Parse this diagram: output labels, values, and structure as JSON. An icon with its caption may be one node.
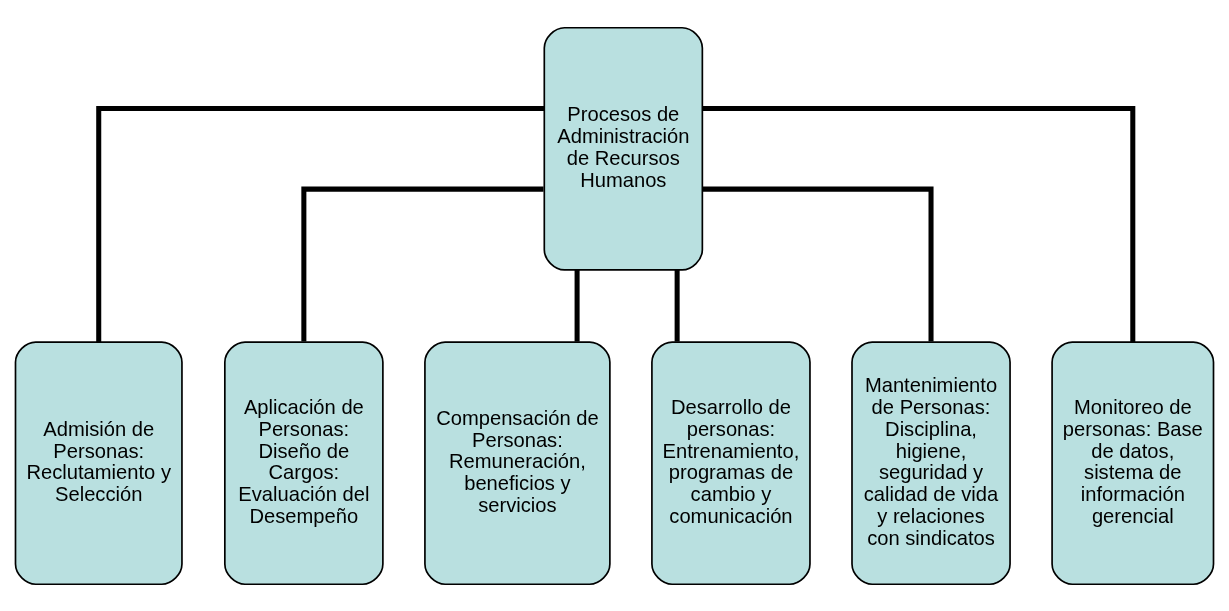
{
  "diagram": {
    "nodes": [
      {
        "text": [
          "Procesos de Administración de Recursos Humanos"
        ]
      },
      {
        "text": [
          "Admisión de Personas: Reclutamiento y Selección"
        ]
      },
      {
        "text": [
          "Aplicación de Personas: Diseño de Cargos: Evaluación del Desempeño"
        ]
      },
      {
        "text": [
          "Compensación de Personas: Remuneración, beneficios y servicios"
        ]
      },
      {
        "text": [
          "Desarrollo de personas: Entrenamiento, programas de cambio y comunicación"
        ]
      },
      {
        "text": [
          "Mantenimiento de Personas: Disciplina, higiene, seguridad y calidad de vida y relaciones con sindicatos"
        ]
      },
      {
        "text": [
          "Monitoreo de personas: Base de datos, sistema de información gerencial"
        ]
      }
    ],
    "edges": [
      {
        "from": 0,
        "to": 1,
        "arrow": "none"
      },
      {
        "from": 0,
        "to": 2,
        "arrow": "none"
      },
      {
        "from": 0,
        "to": 3,
        "arrow": "none"
      },
      {
        "from": 0,
        "to": 4,
        "arrow": "none"
      },
      {
        "from": 0,
        "to": 5,
        "arrow": "none"
      },
      {
        "from": 0,
        "to": 6,
        "arrow": "none"
      }
    ]
  }
}
